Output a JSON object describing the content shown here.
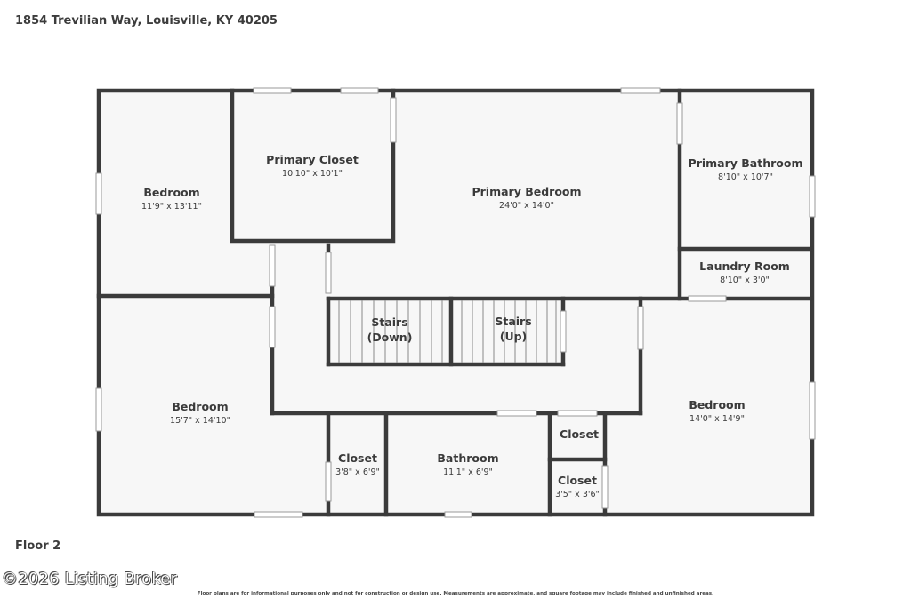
{
  "header": {
    "address": "1854 Trevilian Way, Louisville, KY 40205"
  },
  "footer": {
    "floor_label": "Floor 2",
    "watermark": "©2026 Listing Broker",
    "disclaimer": "Floor plans are for informational purposes only and not for construction or design use. Measurements are approximate, and square footage may include finished and unfinished areas."
  },
  "colors": {
    "wall": "#3b3b3b",
    "floor": "#f7f7f7",
    "window": "#d9d9d9",
    "background": "#ffffff"
  },
  "rooms": {
    "bedroom_nw": {
      "name": "Bedroom",
      "dims": "11'9\" x 13'11\""
    },
    "primary_closet": {
      "name": "Primary Closet",
      "dims": "10'10\" x 10'1\""
    },
    "primary_bedroom": {
      "name": "Primary Bedroom",
      "dims": "24'0\" x 14'0\""
    },
    "primary_bathroom": {
      "name": "Primary Bathroom",
      "dims": "8'10\" x 10'7\""
    },
    "laundry_room": {
      "name": "Laundry Room",
      "dims": "8'10\" x 3'0\""
    },
    "stairs_down": {
      "line1": "Stairs",
      "line2": "(Down)"
    },
    "stairs_up": {
      "line1": "Stairs",
      "line2": "(Up)"
    },
    "bedroom_sw": {
      "name": "Bedroom",
      "dims": "15'7\" x 14'10\""
    },
    "closet_small": {
      "name": "Closet",
      "dims": "3'8\" x 6'9\""
    },
    "bathroom": {
      "name": "Bathroom",
      "dims": "11'1\" x 6'9\""
    },
    "closet_upper": {
      "name": "Closet"
    },
    "closet_lower": {
      "name": "Closet",
      "dims": "3'5\" x 3'6\""
    },
    "bedroom_se": {
      "name": "Bedroom",
      "dims": "14'0\" x 14'9\""
    }
  }
}
